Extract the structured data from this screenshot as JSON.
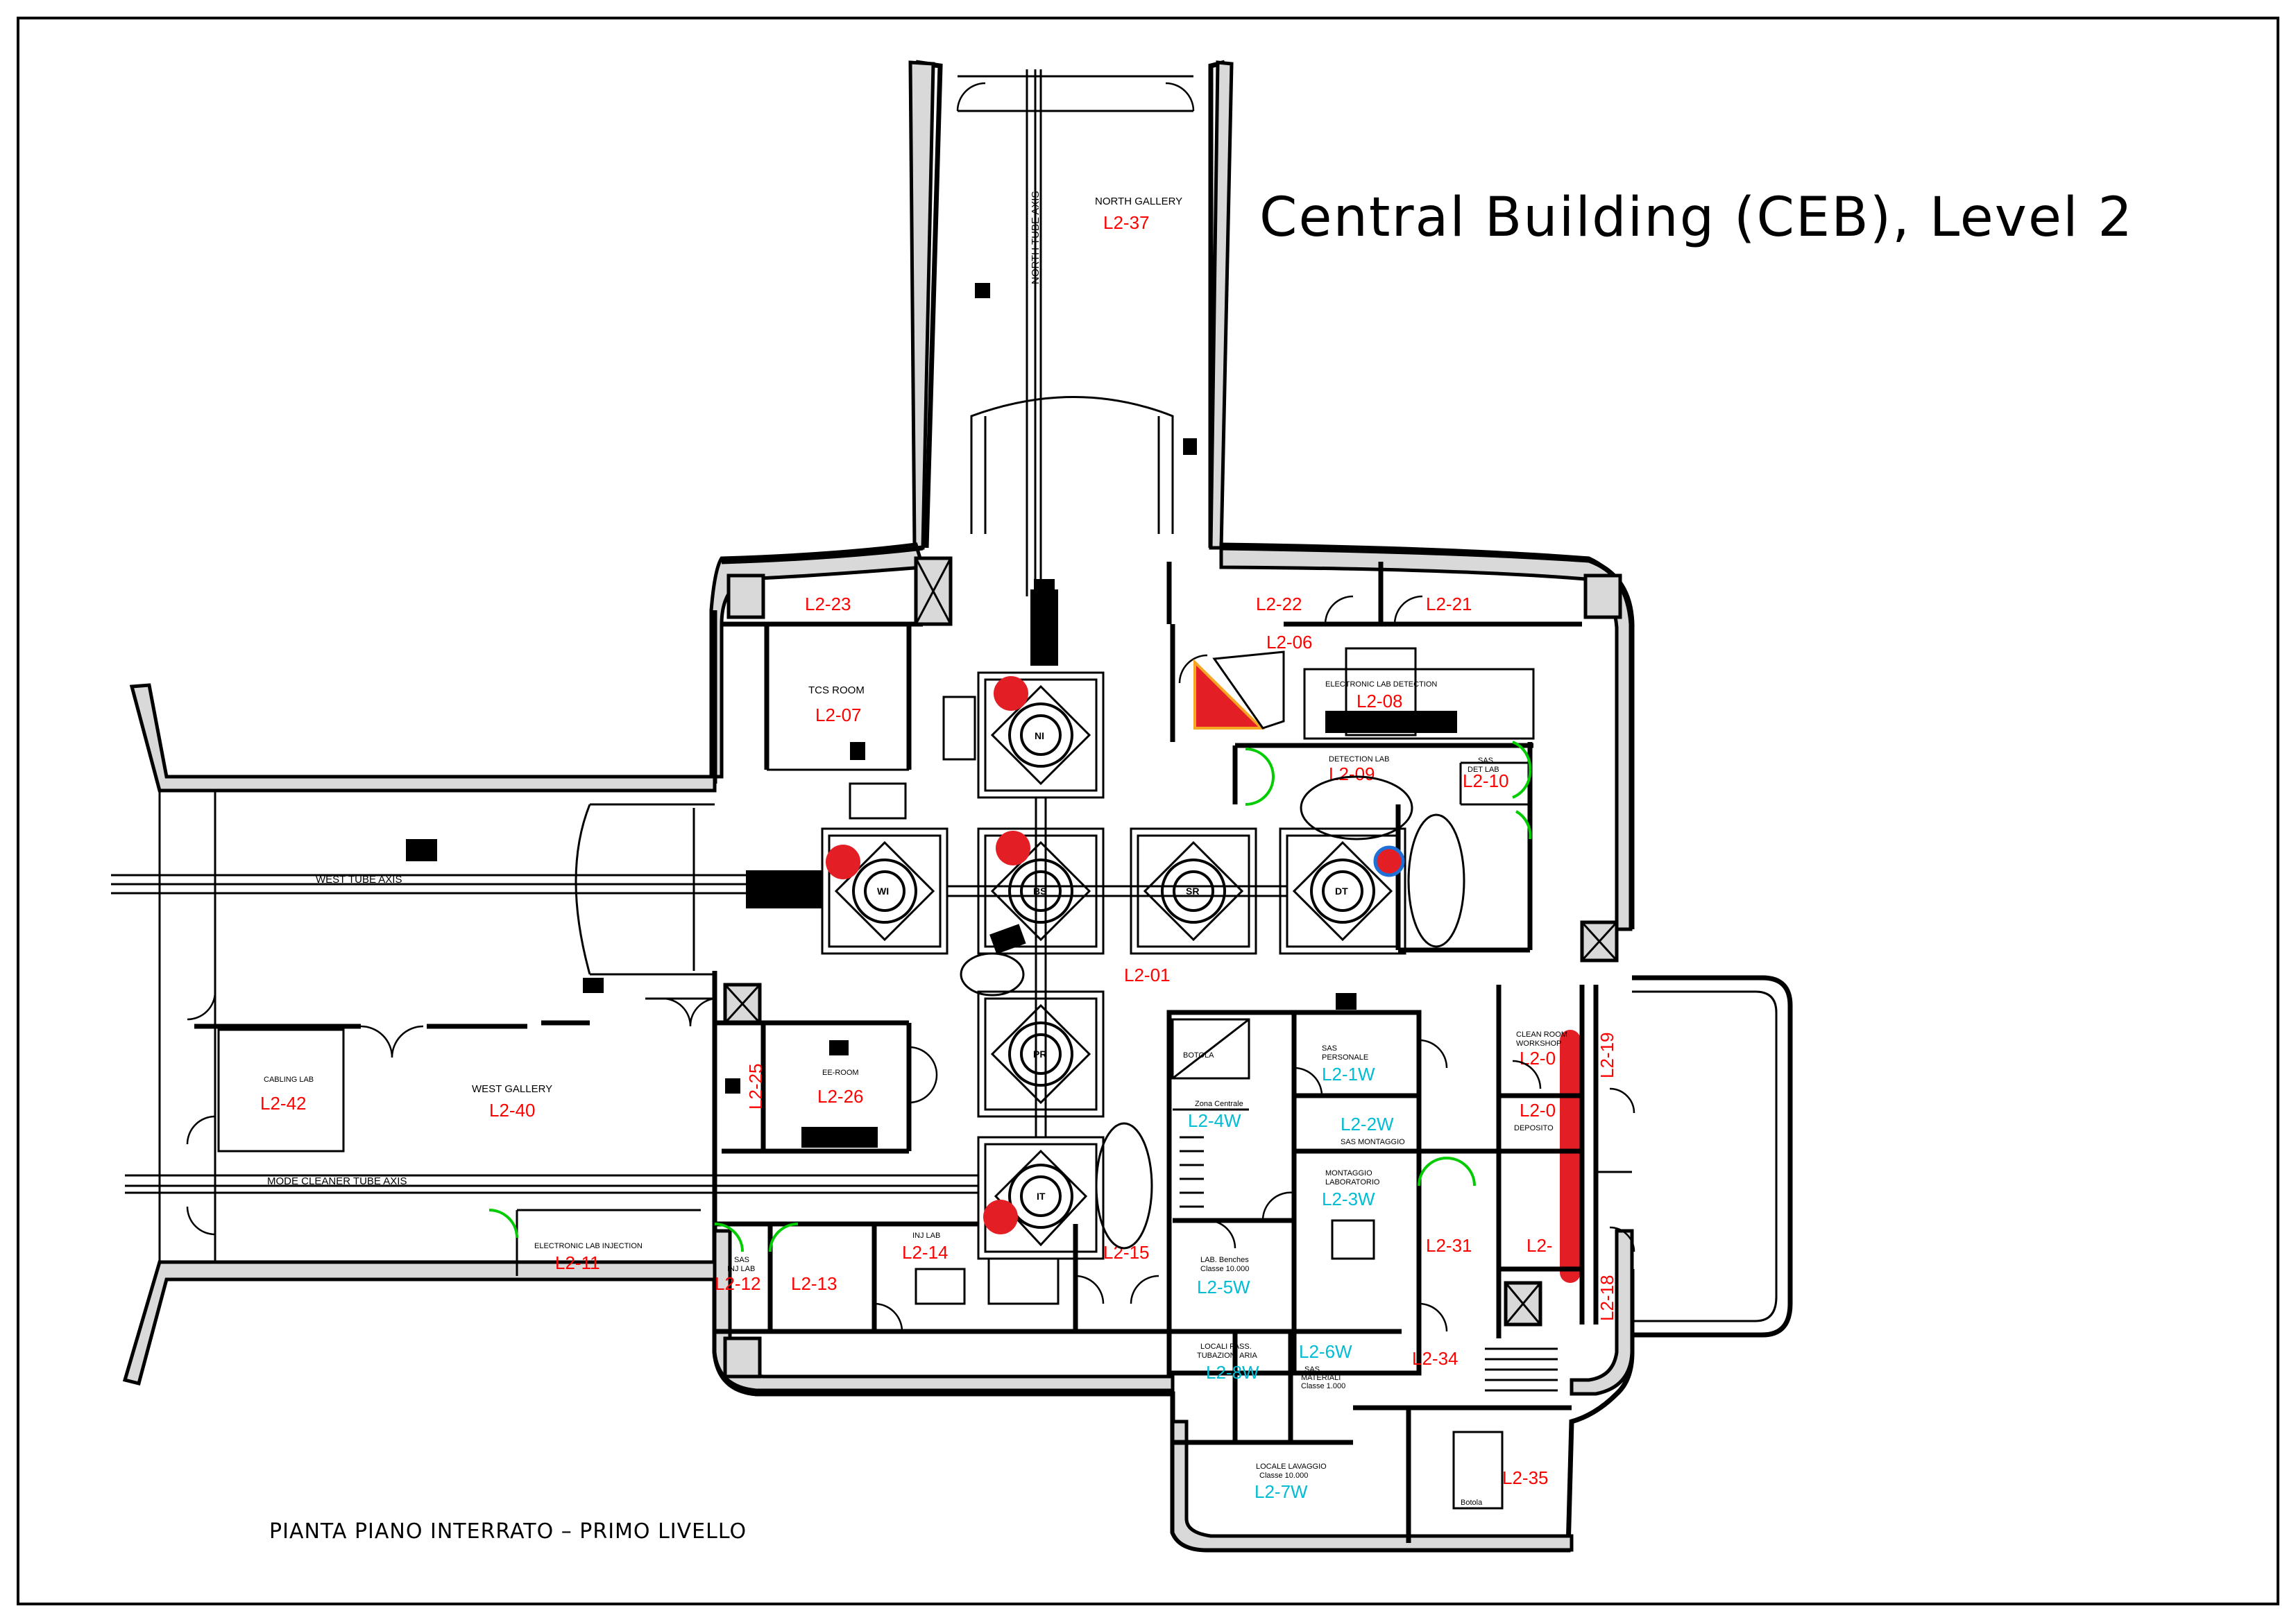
{
  "title": "Central Building (CEB), Level 2",
  "subtitle": "PIANTA PIANO INTERRATO – PRIMO LIVELLO",
  "colors": {
    "room_label": "#ff0000",
    "clean_room_label": "#00bcd4",
    "marker": "#e31e24",
    "door_highlight": "#00cc00"
  },
  "rooms": {
    "north_gallery_name": "NORTH GALLERY",
    "north_gallery_code": "L2-37",
    "north_tube_axis": "NORTH TUBE AXIS",
    "west_tube_axis": "WEST TUBE AXIS",
    "mode_cleaner_axis": "MODE CLEANER TUBE AXIS",
    "l2_23": "L2-23",
    "l2_22": "L2-22",
    "l2_21": "L2-21",
    "l2_06": "L2-06",
    "tcs_room_name": "TCS ROOM",
    "l2_07": "L2-07",
    "electronic_lab_detection_name": "ELECTRONIC LAB DETECTION",
    "l2_08": "L2-08",
    "detection_lab_name": "DETECTION LAB",
    "l2_09": "L2-09",
    "sas_det_lab_name_1": "SAS",
    "sas_det_lab_name_2": "DET LAB",
    "l2_10": "L2-10",
    "l2_01": "L2-01",
    "cabling_lab_name": "CABLING LAB",
    "l2_42": "L2-42",
    "west_gallery_name": "WEST GALLERY",
    "l2_40": "L2-40",
    "ee_room_name": "EE-ROOM",
    "l2_26": "L2-26",
    "l2_25": "L2-25",
    "electronic_lab_injection_name": "ELECTRONIC LAB INJECTION",
    "l2_11": "L2-11",
    "sas_inj_lab_name_1": "SAS",
    "sas_inj_lab_name_2": "INJ LAB",
    "l2_12": "L2-12",
    "l2_13": "L2-13",
    "inj_lab_name": "INJ LAB",
    "l2_14": "L2-14",
    "l2_15": "L2-15",
    "botola_name": "BOTOLA",
    "zona_centrale_name": "Zona Centrale",
    "l2_4w": "L2-4W",
    "sas_personale_name_1": "SAS",
    "sas_personale_name_2": "PERSONALE",
    "l2_1w": "L2-1W",
    "l2_2w": "L2-2W",
    "sas_montaggio_name": "SAS MONTAGGIO",
    "montaggio_name_1": "MONTAGGIO",
    "montaggio_name_2": "LABORATORIO",
    "l2_3w": "L2-3W",
    "lab_benches_name_1": "LAB. Benches",
    "lab_benches_name_2": "Classe 10.000",
    "l2_5w": "L2-5W",
    "locali_passaggio_name_1": "LOCALI PASS.",
    "locali_passaggio_name_2": "TUBAZIONI ARIA",
    "l2_8w": "L2-8W",
    "l2_6w": "L2-6W",
    "sas_materiali_name_1": "SAS",
    "sas_materiali_name_2": "MATERIALI",
    "sas_materiali_name_3": "Classe 1.000",
    "locale_lavaggio_name_1": "LOCALE LAVAGGIO",
    "locale_lavaggio_name_2": "Classe 10.000",
    "l2_7w": "L2-7W",
    "l2_31": "L2-31",
    "l2_34": "L2-34",
    "l2_35": "L2-35",
    "botola_small_name": "Botola",
    "clean_room_name_1": "CLEAN ROOM",
    "clean_room_name_2": "WORKSHOP",
    "l2_0a": "L2-0",
    "l2_0b": "L2-0",
    "deposito_name": "DEPOSITO",
    "l2_2x": "L2-",
    "l2_19": "L2-19",
    "l2_18": "L2-18"
  },
  "towers": [
    "NI",
    "WI",
    "BS",
    "SR",
    "DT",
    "PR",
    "IT"
  ]
}
